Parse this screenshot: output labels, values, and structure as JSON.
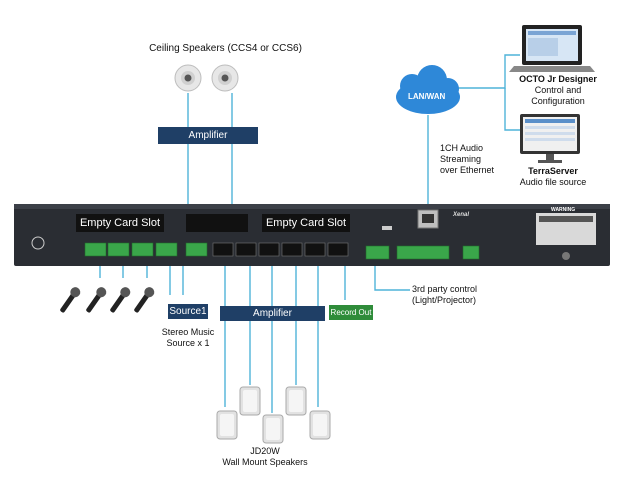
{
  "labels": {
    "ceiling_speakers": "Ceiling Speakers (CCS4 or CCS6)",
    "octo_title": "OCTO Jr Designer",
    "octo_line2": "Control and",
    "octo_line3": "Configuration",
    "lan_wan": "LAN/WAN",
    "streaming_1": "1CH Audio",
    "streaming_2": "Streaming",
    "streaming_3": "over Ethernet",
    "terraserver_title": "TerraServer",
    "terraserver_sub": "Audio file source",
    "amplifier_top": "Amplifier",
    "amplifier_bottom": "Amplifier",
    "empty_slot_left": "Empty Card Slot",
    "empty_slot_right": "Empty Card Slot",
    "source1": "Source1",
    "record_out": "Record Out",
    "stereo_music_1": "Stereo Music",
    "stereo_music_2": "Source x 1",
    "third_party_1": "3rd party control",
    "third_party_2": "(Light/Projector)",
    "jd20w_1": "JD20W",
    "jd20w_2": "Wall Mount Speakers",
    "brand": "Xenal",
    "warning": "WARNING"
  },
  "colors": {
    "amplifier_box": "#1f3f66",
    "green_box": "#2f8c3a",
    "cable": "#4fb3d9",
    "rack": "#2a2d33",
    "terminal_green": "#3aa64a",
    "cloud": "#2e88d8"
  },
  "icons": [
    "microphone-icon",
    "ceiling-speaker-icon",
    "wall-speaker-icon",
    "laptop-icon",
    "monitor-icon",
    "cloud-icon"
  ]
}
